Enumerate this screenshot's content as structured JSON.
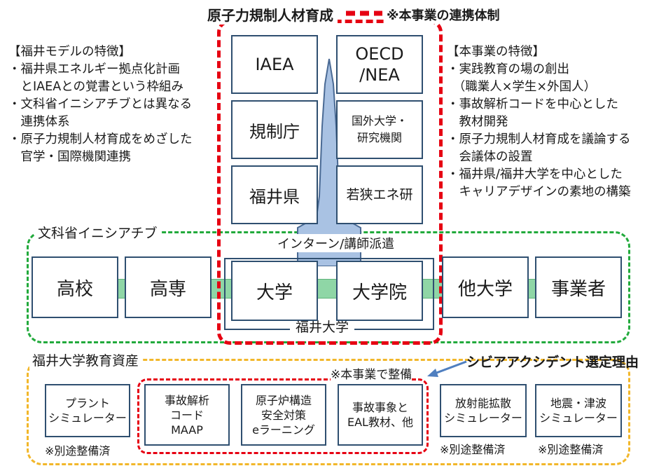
{
  "header": {
    "title": "原子力規制人材育成",
    "note": "※本事業の連携体制"
  },
  "left_features": {
    "heading": "【福井モデルの特徴】",
    "lines": [
      "・福井県エネルギー拠点化計画",
      "　とIAEAとの覚書という枠組み",
      "・文科省イニシアチブとは異なる",
      "　連携体系",
      "・原子力規制人材育成をめざした",
      "　官学・国際機関連携"
    ]
  },
  "right_features": {
    "heading": "【本事業の特徴】",
    "lines": [
      "・実践教育の場の創出",
      "　（職業人×学生×外国人）",
      "・事故解析コードを中心とした",
      "　教材開発",
      "・原子力規制人材育成を議論する",
      "　会議体の設置",
      "・福井県/福井大学を中心とした",
      "　キャリアデザインの素地の構築"
    ]
  },
  "org_boxes": {
    "iaea": "IAEA",
    "oecd": "OECD\n/NEA",
    "regulator": "規制庁",
    "overseas": "国外大学・\n研究機関",
    "prefecture": "福井県",
    "wakasa": "若狭エネ研"
  },
  "initiative": {
    "label": "文科省イニシアチブ",
    "dispatch": "インターン/講師派遣",
    "boxes": [
      "高校",
      "高専",
      "大学",
      "大学院",
      "他大学",
      "事業者"
    ],
    "university_label": "福井大学"
  },
  "resources": {
    "label": "福井大学教育資産",
    "project_note": "※本事業で整備",
    "reason": "シビアアクシデント選定理由",
    "items": [
      "プラント\nシミュレーター",
      "事故解析\nコード\nMAAP",
      "原子炉構造\n安全対策\neラーニング",
      "事故事象と\nEAL教材、他",
      "放射能拡散\nシミュレーター",
      "地震・津波\nシミュレーター"
    ],
    "separate_note": "※別途整備済"
  },
  "colors": {
    "red_dash": "#e60012",
    "green_dash": "#22aa3c",
    "yellow_dash": "#f2b72a",
    "box_border": "#2f4f70",
    "arrow_fill": "#a9c2e3",
    "bar_fill": "#8fd6a6"
  }
}
